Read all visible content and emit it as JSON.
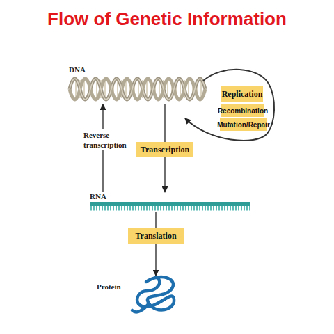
{
  "diagram": {
    "title": "Flow of Genetic Information",
    "nodes": [
      {
        "text": [
          "DNA"
        ]
      },
      {
        "text": [
          "Replication"
        ]
      },
      {
        "text": [
          "Recombination"
        ]
      },
      {
        "text": [
          "Mutation/Repair"
        ]
      },
      {
        "text": [
          "Transcription"
        ]
      },
      {
        "text": [
          "RNA"
        ]
      },
      {
        "text": [
          "Translation"
        ]
      },
      {
        "text": [
          "Protein"
        ]
      }
    ],
    "edges": [
      {
        "from": 0,
        "to": 5,
        "arrow": "to"
      },
      {
        "from": 5,
        "to": 0,
        "label": "Reverse transcription",
        "arrow": "to"
      },
      {
        "from": 5,
        "to": 7,
        "arrow": "to"
      }
    ]
  }
}
